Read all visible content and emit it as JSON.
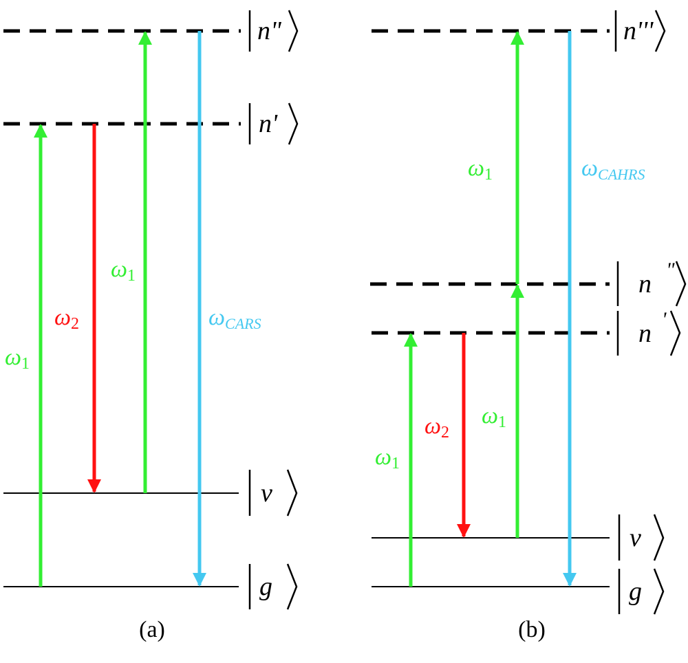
{
  "colors": {
    "level": "#000000",
    "green": "#33ee33",
    "red": "#ff1111",
    "cyan": "#44c8f0"
  },
  "panel_a": {
    "caption": "(a)",
    "kets": {
      "n2": "n\"",
      "n1": "n'",
      "v": "v",
      "g": "g"
    },
    "labels": {
      "w1_left": "ω",
      "w1_left_sub": "1",
      "w2": "ω",
      "w2_sub": "2",
      "w1_mid": "ω",
      "w1_mid_sub": "1",
      "wcars": "ω",
      "wcars_sub": "CARS"
    }
  },
  "panel_b": {
    "caption": "(b)",
    "kets": {
      "n3": "n'''",
      "n2": "n",
      "n2_prime": "\"",
      "n1": "n",
      "n1_prime": "'",
      "v": "v",
      "g": "g"
    },
    "labels": {
      "w1_top": "ω",
      "w1_top_sub": "1",
      "wcahrs": "ω",
      "wcahrs_sub": "CAHRS",
      "w1_mid": "ω",
      "w1_mid_sub": "1",
      "w2": "ω",
      "w2_sub": "2",
      "w1_left": "ω",
      "w1_left_sub": "1"
    }
  }
}
